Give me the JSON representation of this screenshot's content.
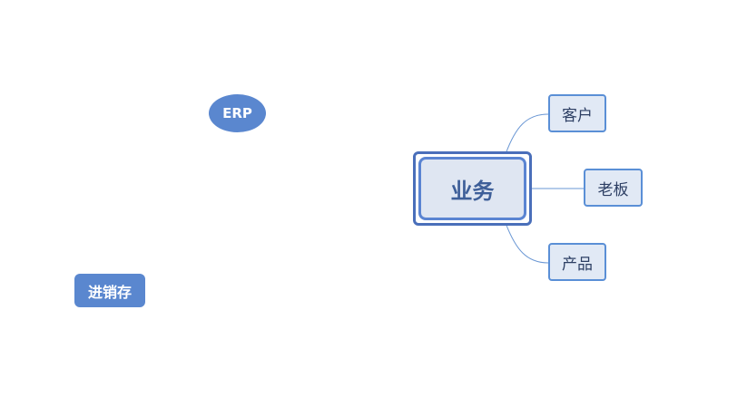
{
  "diagram": {
    "central": {
      "label": "业务"
    },
    "children": [
      {
        "label": "客户"
      },
      {
        "label": "老板"
      },
      {
        "label": "产品"
      }
    ],
    "floating": [
      {
        "label": "ERP",
        "shape": "ellipse"
      },
      {
        "label": "进销存",
        "shape": "rounded-rect"
      }
    ]
  },
  "colors": {
    "accent_fill": "#5a87cf",
    "central_fill": "#dfe6f2",
    "central_text": "#3e5f99",
    "child_fill": "#e1e9f5",
    "child_text": "#2c3e63",
    "link": "#6a97d4"
  }
}
